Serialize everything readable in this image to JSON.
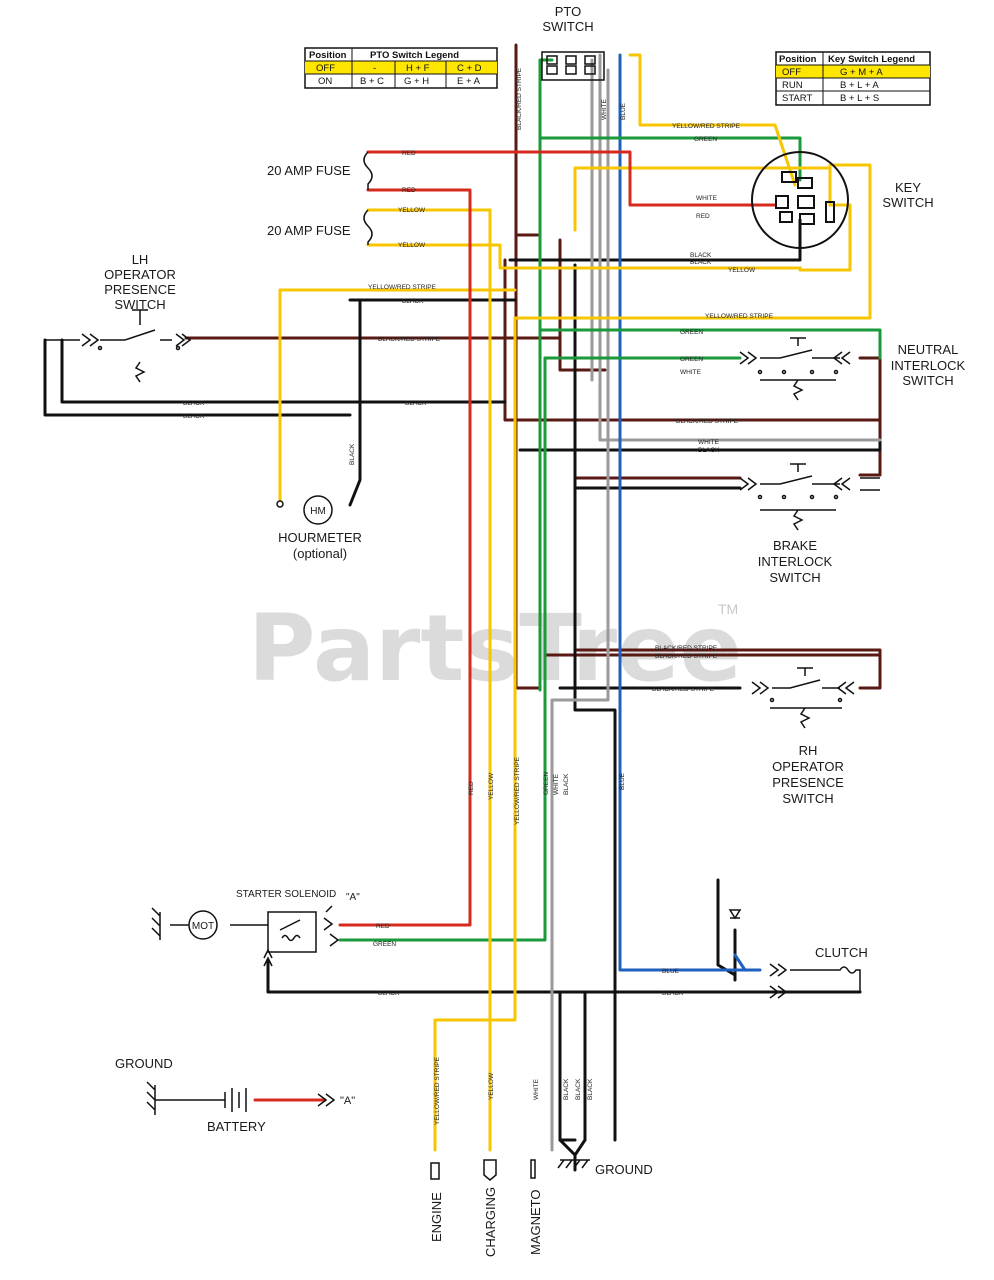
{
  "watermark": {
    "text": "PartsTree",
    "tm": "TM"
  },
  "colors": {
    "red": "#d62a1e",
    "yellow": "#f7c600",
    "green": "#1a9a3a",
    "blue": "#1f5fbf",
    "black": "#111111",
    "brown": "#5a1a14",
    "white_wire": "#9a9a9a",
    "legend_highlight": "#ffe600"
  },
  "pto_legend": {
    "headers": [
      "Position",
      "PTO Switch Legend"
    ],
    "rows": [
      [
        "OFF",
        "-",
        "H + F",
        "C + D"
      ],
      [
        "ON",
        "B + C",
        "G + H",
        "E + A"
      ]
    ]
  },
  "key_legend": {
    "headers": [
      "Position",
      "Key Switch Legend"
    ],
    "rows": [
      [
        "OFF",
        "G + M + A"
      ],
      [
        "RUN",
        "B + L + A"
      ],
      [
        "START",
        "B + L + S"
      ]
    ]
  },
  "components": {
    "pto_switch": [
      "PTO",
      "SWITCH"
    ],
    "key_switch": [
      "KEY",
      "SWITCH"
    ],
    "fuse1": "20 AMP FUSE",
    "fuse2": "20 AMP FUSE",
    "lh_ops": [
      "LH",
      "OPERATOR",
      "PRESENCE",
      "SWITCH"
    ],
    "neutral": [
      "NEUTRAL",
      "INTERLOCK",
      "SWITCH"
    ],
    "hourmeter": [
      "HOURMETER",
      "(optional)"
    ],
    "hm_symbol": "HM",
    "brake": [
      "BRAKE",
      "INTERLOCK",
      "SWITCH"
    ],
    "rh_ops": [
      "RH",
      "OPERATOR",
      "PRESENCE",
      "SWITCH"
    ],
    "starter_solenoid": "STARTER SOLENOID",
    "mot_symbol": "MOT",
    "point_a": "\"A\"",
    "clutch": "CLUTCH",
    "ground1": "GROUND",
    "ground2": "GROUND",
    "battery": "BATTERY",
    "engine": "ENGINE",
    "charging": "CHARGING",
    "magneto": "MAGNETO"
  },
  "wire_labels": {
    "red": "RED",
    "yellow": "YELLOW",
    "green": "GREEN",
    "white": "WHITE",
    "blue": "BLUE",
    "black": "BLACK",
    "yellow_red_stripe": "YELLOW/RED STRIPE",
    "black_red_stripe": "BLACK/RED STRIPE"
  }
}
